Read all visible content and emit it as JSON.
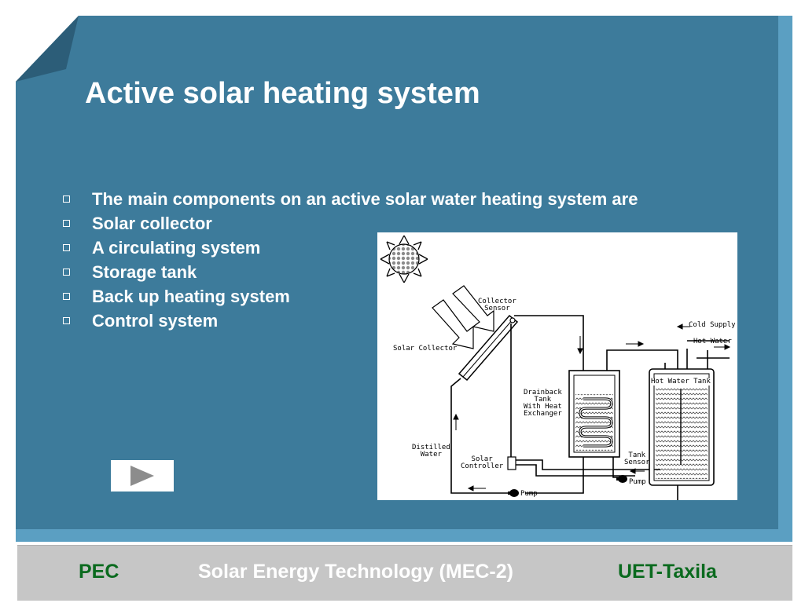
{
  "slide": {
    "title": "Active solar heating system",
    "bullets": [
      "The main components on an active solar water heating system are",
      "Solar collector",
      "A circulating system",
      "Storage tank",
      "Back up heating system",
      "Control system"
    ],
    "bullet_icon": "hollow-square-icon"
  },
  "diagram": {
    "labels": {
      "collector_sensor": "Collector\nSensor",
      "solar_collector": "Solar Collector",
      "cold_supply": "Cold Supply",
      "hot_water": "Hot Water",
      "drainback_tank": "Drainback\nTank\nWith Heat\nExchanger",
      "hot_water_tank": "Hot Water Tank",
      "distilled_water": "Distilled\nWater",
      "solar_controller": "Solar\nController",
      "tank_sensor": "Tank\nSensor",
      "pump_1": "Pump",
      "pump_2": "Pump"
    }
  },
  "navigation": {
    "play_icon": "play-icon"
  },
  "footer": {
    "left": "PEC",
    "center": "Solar Energy Technology (MEC-2)",
    "right": "UET-Taxila"
  },
  "colors": {
    "panel": "#3d7b9b",
    "panel_edge": "#5b9fc2",
    "footer_bg": "#c6c6c6",
    "footer_accent": "#0a6a1e",
    "text": "#ffffff"
  }
}
